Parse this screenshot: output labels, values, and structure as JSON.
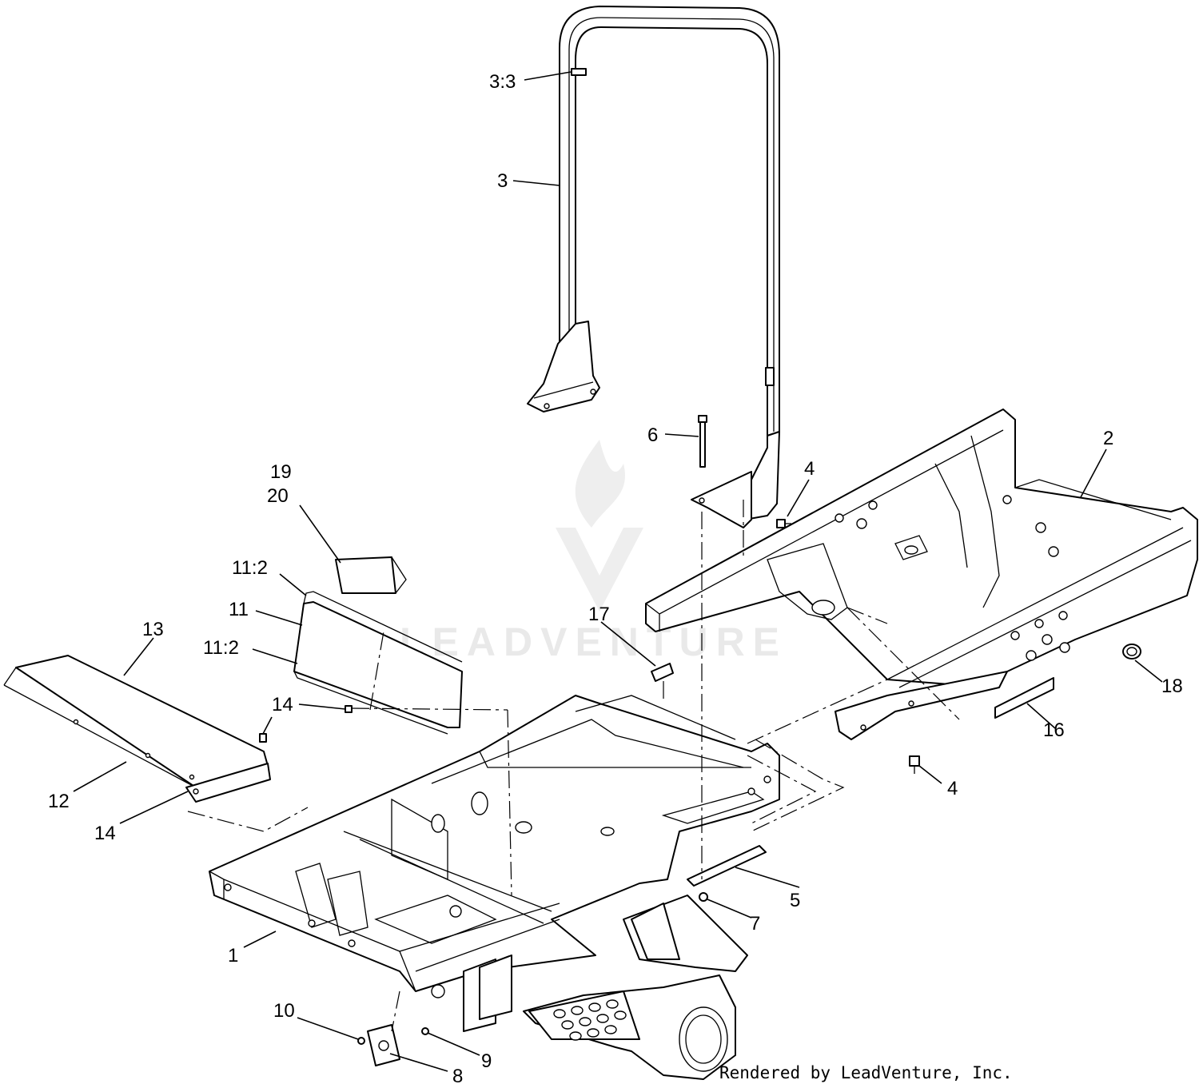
{
  "diagram": {
    "callouts": [
      {
        "id": "c-3-3",
        "label": "3:3"
      },
      {
        "id": "c-3",
        "label": "3"
      },
      {
        "id": "c-6",
        "label": "6"
      },
      {
        "id": "c-2",
        "label": "2"
      },
      {
        "id": "c-4a",
        "label": "4"
      },
      {
        "id": "c-19",
        "label": "19"
      },
      {
        "id": "c-20",
        "label": "20"
      },
      {
        "id": "c-11-2a",
        "label": "11:2"
      },
      {
        "id": "c-11",
        "label": "11"
      },
      {
        "id": "c-11-2b",
        "label": "11:2"
      },
      {
        "id": "c-13",
        "label": "13"
      },
      {
        "id": "c-17",
        "label": "17"
      },
      {
        "id": "c-14a",
        "label": "14"
      },
      {
        "id": "c-18",
        "label": "18"
      },
      {
        "id": "c-16",
        "label": "16"
      },
      {
        "id": "c-4b",
        "label": "4"
      },
      {
        "id": "c-12",
        "label": "12"
      },
      {
        "id": "c-14b",
        "label": "14"
      },
      {
        "id": "c-5",
        "label": "5"
      },
      {
        "id": "c-7",
        "label": "7"
      },
      {
        "id": "c-1",
        "label": "1"
      },
      {
        "id": "c-10",
        "label": "10"
      },
      {
        "id": "c-9",
        "label": "9"
      },
      {
        "id": "c-8",
        "label": "8"
      }
    ]
  },
  "watermark": {
    "text": "LEADVENTURE"
  },
  "footer": {
    "credit": "Rendered by LeadVenture, Inc."
  }
}
